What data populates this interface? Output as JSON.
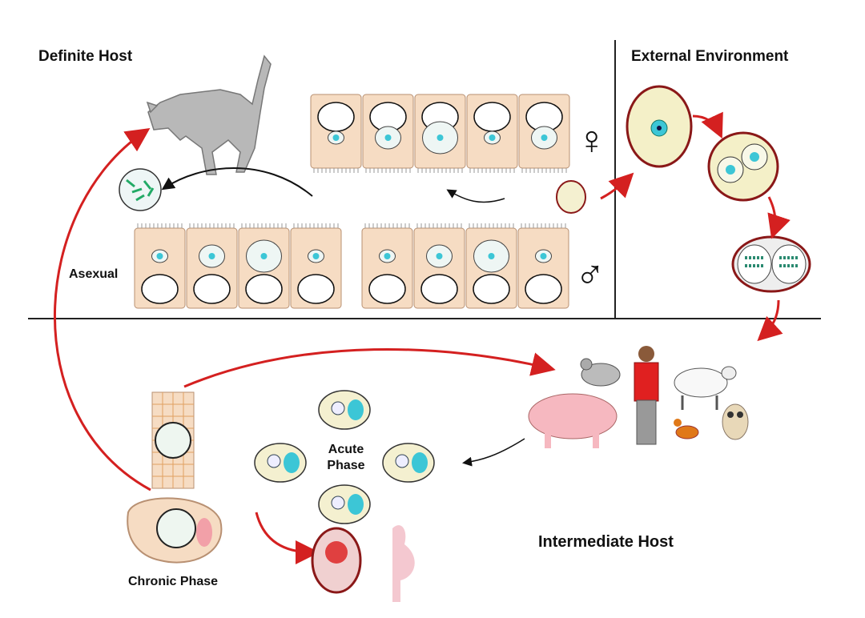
{
  "labels": {
    "definite_host": "Definite Host",
    "external_environment": "External Environment",
    "asexual": "Asexual",
    "acute_phase_line1": "Acute",
    "acute_phase_line2": "Phase",
    "chronic_phase": "Chronic Phase",
    "intermediate_host": "Intermediate Host",
    "female_symbol": "♀",
    "male_symbol": "♂"
  },
  "colors": {
    "arrow_red": "#d42020",
    "cell_fill": "#f6dcc3",
    "cell_stroke": "#b89072",
    "oocyst_border": "#8a1818",
    "parasite_cyan": "#3cc6d6"
  },
  "icons": [
    "cat-icon",
    "pigeon-icon",
    "man-icon",
    "sheep-icon",
    "pig-icon",
    "cat-small-icon",
    "owl-icon",
    "fetus-icon",
    "pregnant-woman-icon"
  ]
}
